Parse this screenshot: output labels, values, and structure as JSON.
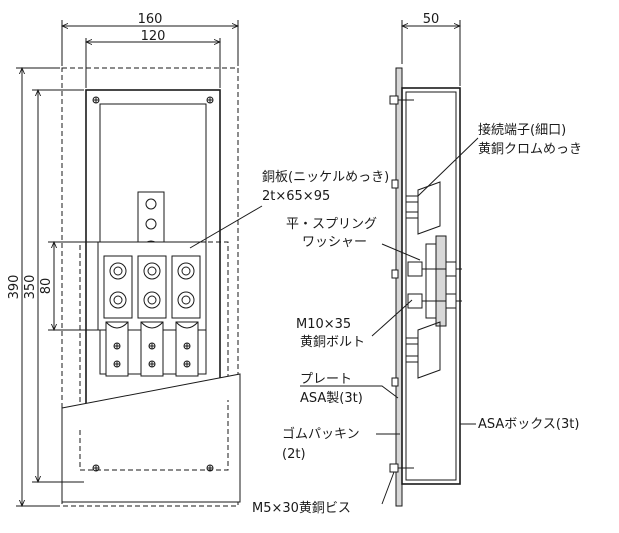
{
  "dimensions": {
    "width_outer": "160",
    "width_inner": "120",
    "depth": "50",
    "height_outer": "390",
    "height_inner": "350",
    "terminal_pitch": "80"
  },
  "labels": {
    "copper_plate": "銅板(ニッケルめっき)",
    "copper_plate_size": "2t×65×95",
    "terminal": "接続端子(細口)",
    "terminal_material": "黄銅クロムめっき",
    "washer_1": "平・スプリング",
    "washer_2": "ワッシャー",
    "bolt_1": "M10×35",
    "bolt_2": "黄銅ボルト",
    "plate_1": "プレート",
    "plate_2": "ASA製(3t)",
    "box": "ASAボックス(3t)",
    "packing_1": "ゴムパッキン",
    "packing_2": "(2t)",
    "screw": "M5×30黄銅ビス"
  }
}
